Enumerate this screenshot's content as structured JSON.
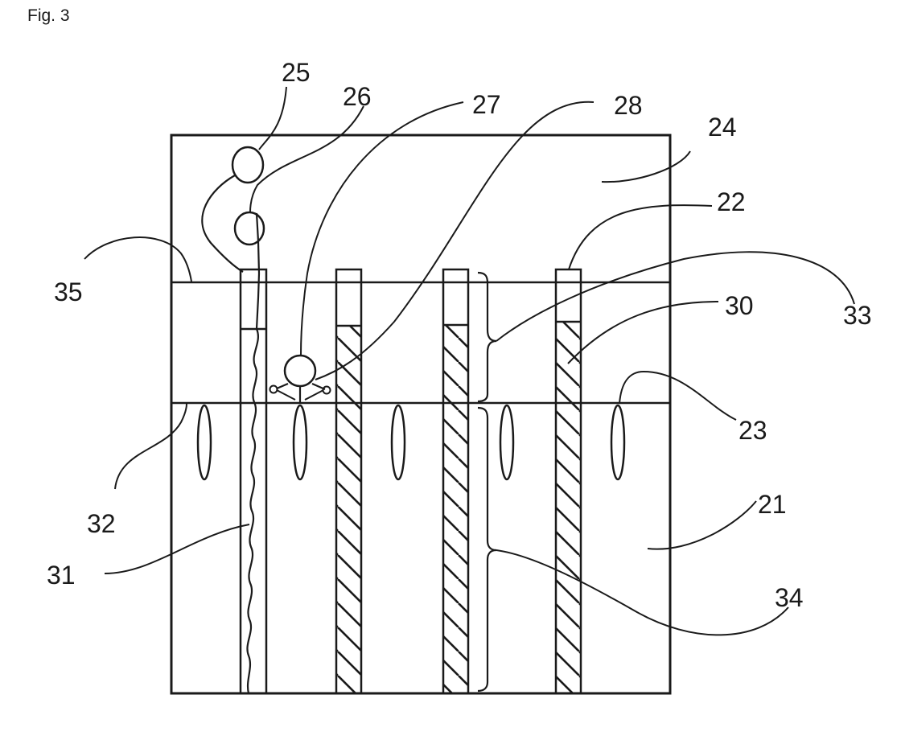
{
  "figure": {
    "title": "Fig. 3",
    "labels": {
      "l21": "21",
      "l22": "22",
      "l23": "23",
      "l24": "24",
      "l25": "25",
      "l26": "26",
      "l27": "27",
      "l28": "28",
      "l30": "30",
      "l31": "31",
      "l32": "32",
      "l33": "33",
      "l34": "34",
      "l35": "35"
    }
  }
}
